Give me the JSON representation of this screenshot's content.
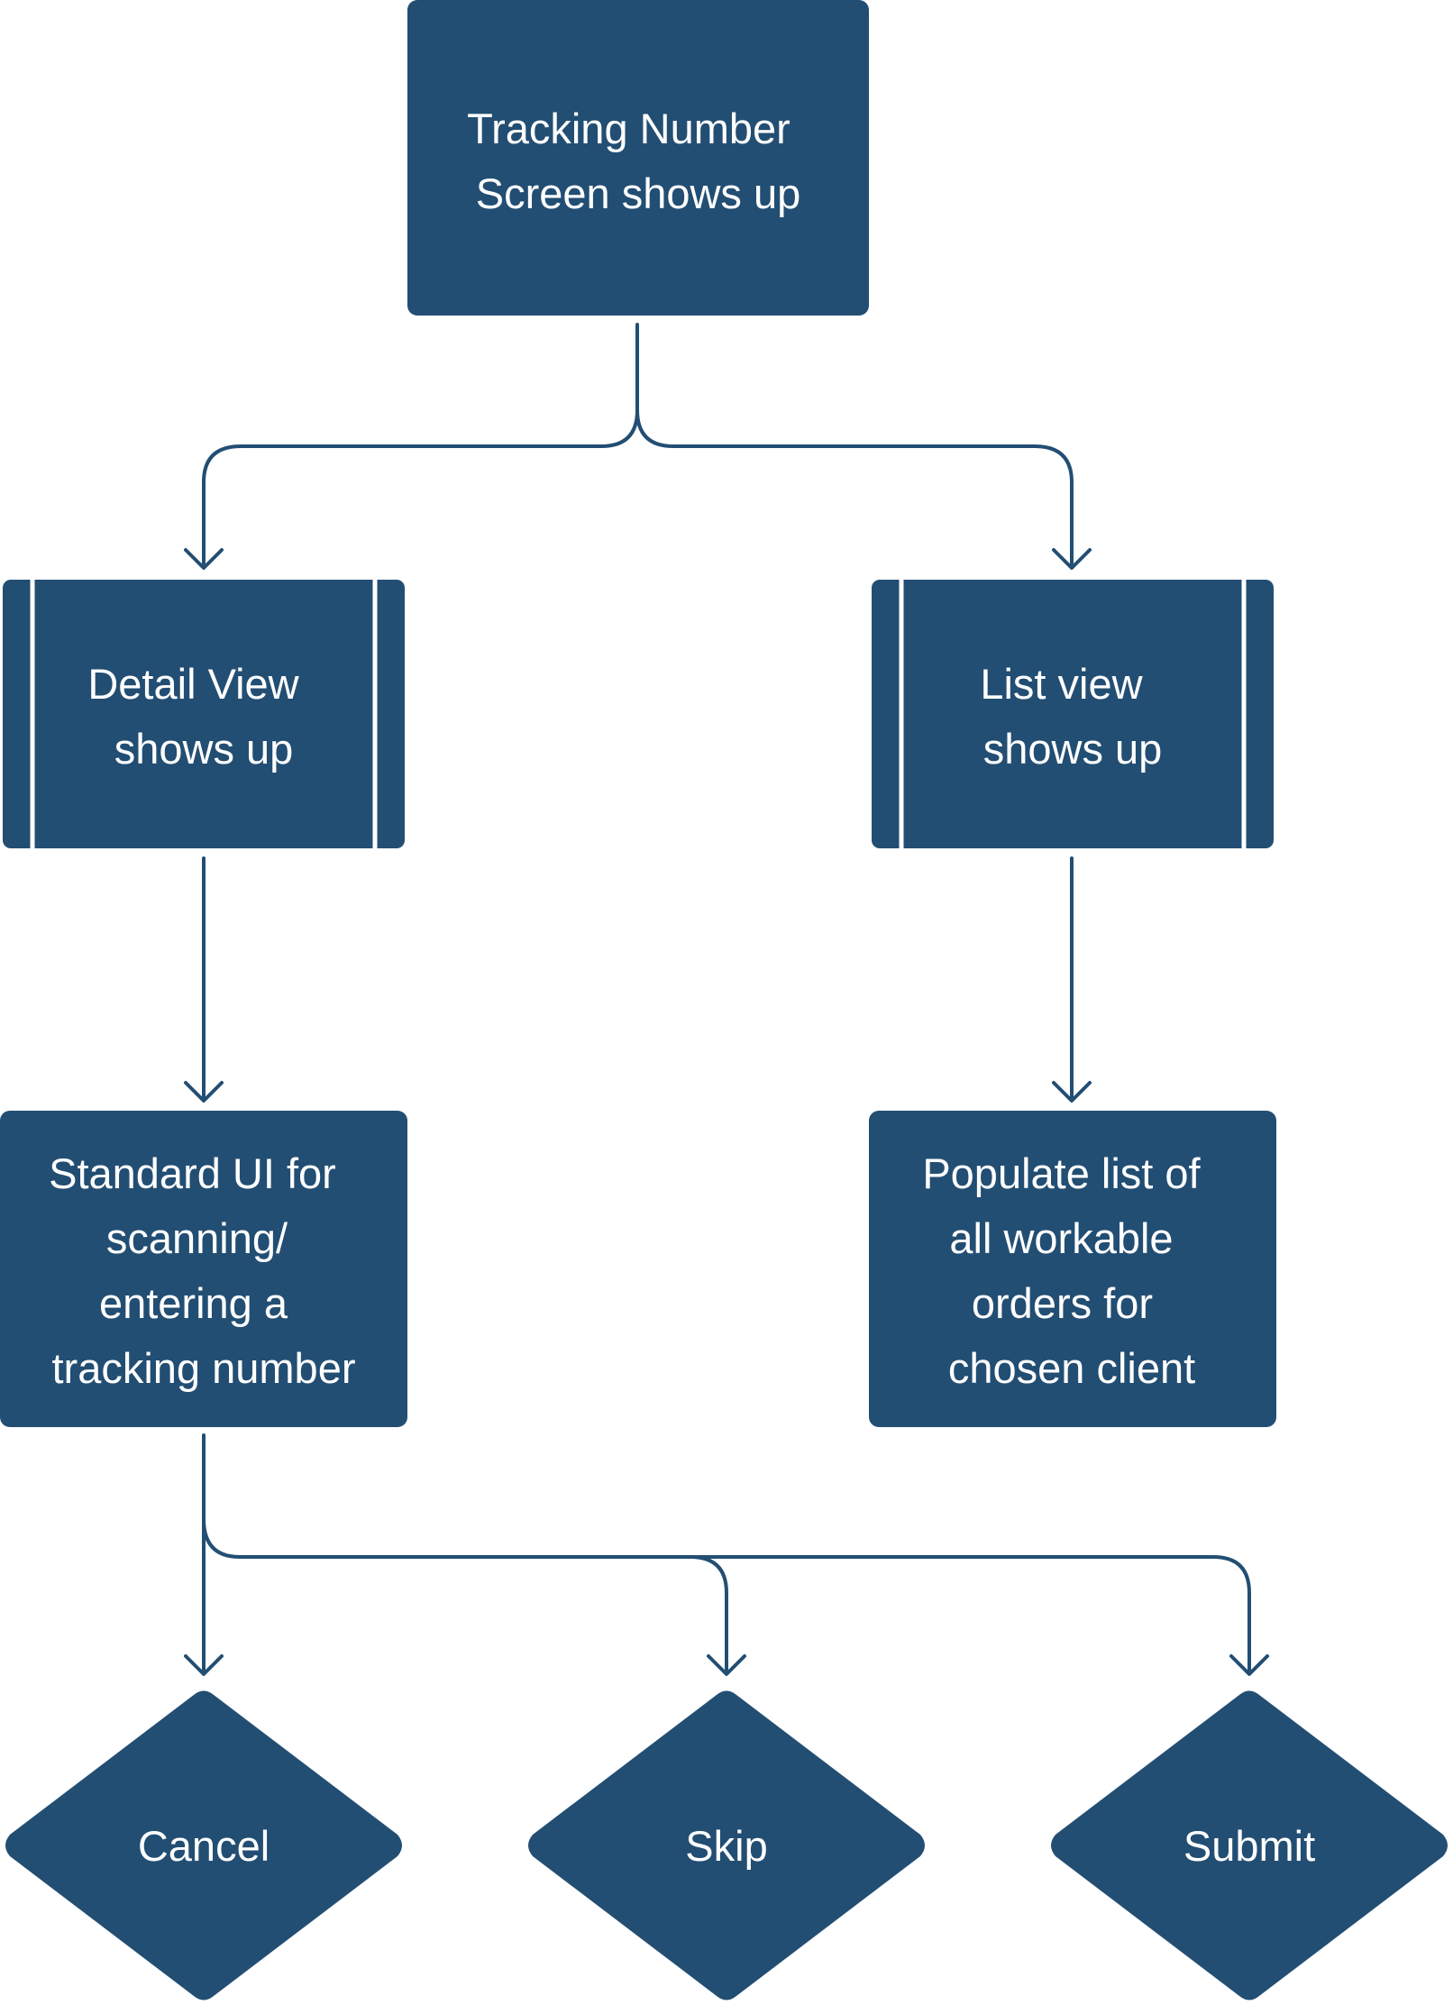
{
  "colors": {
    "node_fill": "#234e73",
    "node_text": "#ffffff",
    "connector": "#234e73"
  },
  "nodes": {
    "tracking_screen": {
      "shape": "process",
      "lines": [
        "Tracking Number",
        "Screen shows up"
      ]
    },
    "detail_view": {
      "shape": "predefined-process",
      "lines": [
        "Detail View",
        "shows up"
      ]
    },
    "list_view": {
      "shape": "predefined-process",
      "lines": [
        "List view",
        "shows up"
      ]
    },
    "standard_ui": {
      "shape": "process",
      "lines": [
        "Standard UI for",
        "scanning/",
        "entering a",
        "tracking number"
      ]
    },
    "populate_list": {
      "shape": "process",
      "lines": [
        "Populate list of",
        "all workable",
        "orders for",
        "chosen client"
      ]
    },
    "cancel": {
      "shape": "decision",
      "lines": [
        "Cancel"
      ]
    },
    "skip": {
      "shape": "decision",
      "lines": [
        "Skip"
      ]
    },
    "submit": {
      "shape": "decision",
      "lines": [
        "Submit"
      ]
    }
  },
  "edges": [
    {
      "from": "tracking_screen",
      "to": "detail_view"
    },
    {
      "from": "tracking_screen",
      "to": "list_view"
    },
    {
      "from": "detail_view",
      "to": "standard_ui"
    },
    {
      "from": "list_view",
      "to": "populate_list"
    },
    {
      "from": "standard_ui",
      "to": "cancel"
    },
    {
      "from": "standard_ui",
      "to": "skip"
    },
    {
      "from": "standard_ui",
      "to": "submit"
    }
  ]
}
